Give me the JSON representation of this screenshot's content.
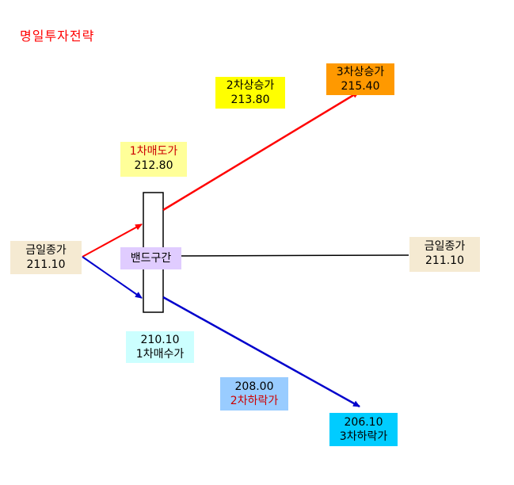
{
  "title": "명일투자전략",
  "colors": {
    "title": "#ff0000",
    "up_line": "#ff0000",
    "down_line": "#0000cc",
    "mid_line": "#000000",
    "close_box": "#f5ead2",
    "buy_sell_box": "#ffff99",
    "up1_box": "#ffff00",
    "up2_box": "#ff9900",
    "buy_box": "#ccffff",
    "down1_box": "#99ccff",
    "down2_box": "#00ccff",
    "band_box": "#e0ccff"
  },
  "today_close_left": {
    "label": "금일종가",
    "value": "211.10"
  },
  "today_close_right": {
    "label": "금일종가",
    "value": "211.10"
  },
  "band": {
    "label": "밴드구간"
  },
  "first_sell": {
    "label": "1차매도가",
    "value": "212.80"
  },
  "second_up": {
    "label": "2차상승가",
    "value": "213.80"
  },
  "third_up": {
    "label": "3차상승가",
    "value": "215.40"
  },
  "first_buy": {
    "value": "210.10",
    "label": "1차매수가"
  },
  "second_down": {
    "value": "208.00",
    "label": "2차하락가"
  },
  "third_down": {
    "value": "206.10",
    "label": "3차하락가"
  }
}
